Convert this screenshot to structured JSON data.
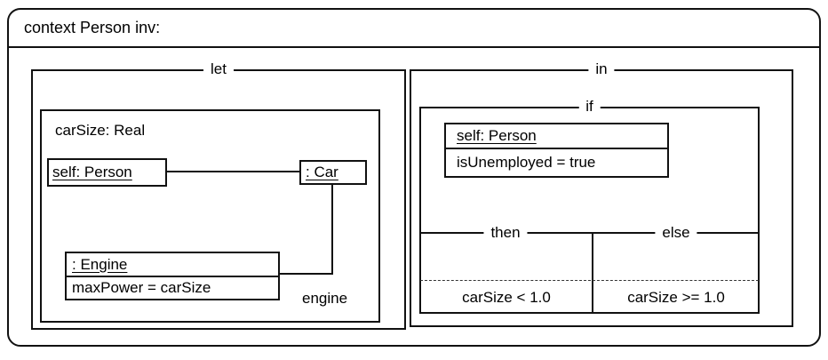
{
  "diagram": {
    "context_label": "context Person inv:",
    "let_section": {
      "label": "let",
      "variable_declaration": "carSize: Real",
      "self_object": "self: Person",
      "car_object": ": Car",
      "engine_object": {
        "name": ": Engine",
        "attribute": "maxPower = carSize"
      },
      "association_role": "engine"
    },
    "in_section": {
      "label": "in",
      "if_expression": {
        "label": "if",
        "condition_object": {
          "name": "self: Person",
          "attribute": "isUnemployed = true"
        },
        "then_branch": {
          "label": "then",
          "expression": "carSize < 1.0"
        },
        "else_branch": {
          "label": "else",
          "expression": "carSize >= 1.0"
        }
      }
    },
    "colors": {
      "line": "#111111",
      "background": "#ffffff",
      "text": "#000000"
    }
  }
}
